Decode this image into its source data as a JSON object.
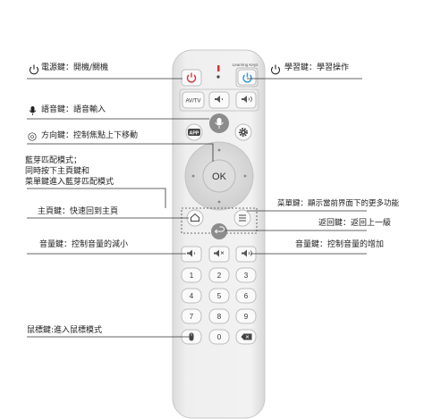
{
  "labels": {
    "power": "電源鍵：開機/關機",
    "voice": "語音鍵：語音輸入",
    "dpad": "方向鍵：控制焦點上下移動",
    "pairing_1": "藍芽匹配模式；",
    "pairing_2": "同時按下主頁鍵和",
    "pairing_3": "菜單鍵進入藍芽匹配模式",
    "home": "主頁鍵：快速回到主頁",
    "volume_down": "音量鍵：控制音量的減小",
    "mouse": "鼠標鍵:進入鼠標模式",
    "learning": "學習鍵：學習操作",
    "menu": "菜單鍵：顯示當前界面下的更多功能",
    "back": "返回鍵：返回上一級",
    "volume_up": "音量鍵：控制音量的增加"
  },
  "remote": {
    "learning_keys_caption": "Learning Keys",
    "avtv_label": "AV/TV",
    "app_label": "APP",
    "ok_label": "OK",
    "num_keys": [
      "1",
      "2",
      "3",
      "4",
      "5",
      "6",
      "7",
      "8",
      "9",
      "0"
    ]
  },
  "icons": {
    "power": "power-icon",
    "learning": "learning-power-icon",
    "voice": "microphone-icon",
    "settings": "gear-icon",
    "home": "home-icon",
    "menu": "menu-icon",
    "back": "back-arrow-icon",
    "mute": "mute-icon",
    "volume_down": "volume-down-icon",
    "volume_up": "volume-up-icon",
    "mouse": "mouse-icon",
    "delete": "backspace-icon"
  },
  "colors": {
    "remote_body": "#ececec",
    "power_red": "#d6333c",
    "learning_blue": "#2d9ad8",
    "dpad_gray": "#d4d4d4"
  }
}
